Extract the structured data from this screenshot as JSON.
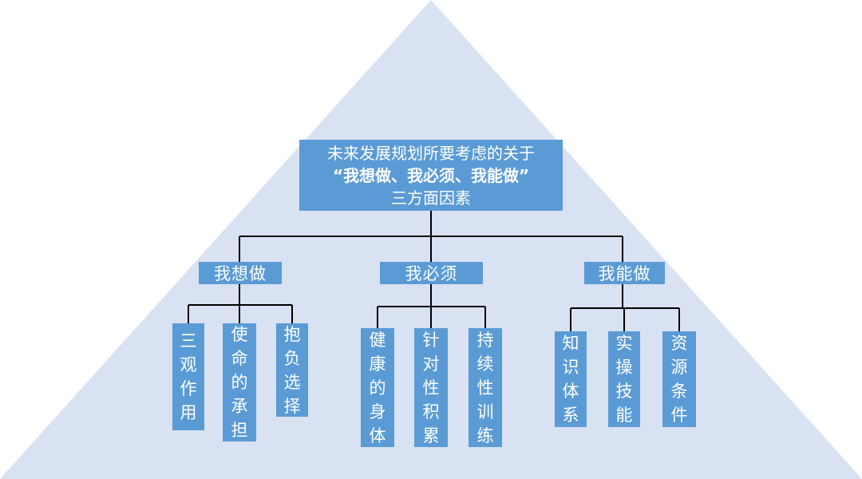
{
  "colors": {
    "background_triangle": "#d9e2f3",
    "box_fill": "#5b9bd5",
    "box_text": "#ffffff",
    "connector": "#000000"
  },
  "title": {
    "line1": "未来发展规划所要考虑的关于",
    "line2": "“我想做、我必须、我能做”",
    "line3": "三方面因素"
  },
  "categories": [
    {
      "label": "我想做",
      "items": [
        "三观\n作用",
        "使命的承担",
        "抱负选择"
      ]
    },
    {
      "label": "我必须",
      "items": [
        "健康的身体",
        "针对性积累",
        "持续性训练"
      ]
    },
    {
      "label": "我能做",
      "items": [
        "知识体系",
        "实操技能",
        "资源条件"
      ]
    }
  ]
}
